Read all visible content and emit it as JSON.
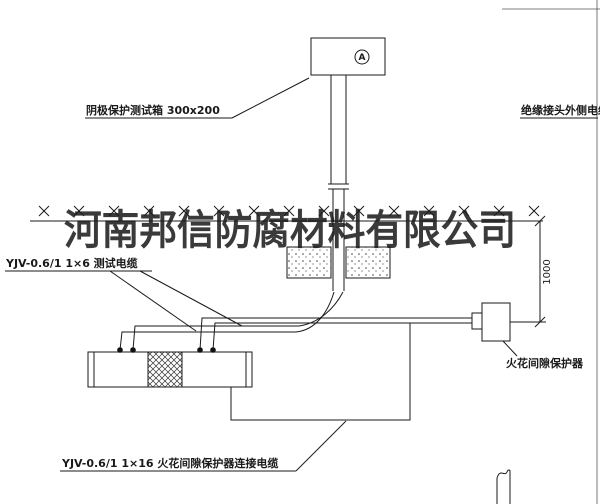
{
  "watermark": {
    "text": "河南邦信防腐材料有限公司"
  },
  "test_box": {
    "label": "阴极保护测试箱 300x200",
    "meter": "A"
  },
  "cables": {
    "test_cable_label": "YJV-0.6/1 1×6  测试电缆",
    "connection_cable_label": "YJV-0.6/1 1×16  火花间隙保护器连接电缆",
    "insulated_joint_cable_label": "绝缘接头外侧电缆"
  },
  "protector": {
    "label": "火花间隙保护器"
  },
  "dimension": {
    "value": "1000"
  },
  "colors": {
    "line": "#1a1a1a",
    "watermark": "#303030",
    "background": "#ffffff"
  }
}
